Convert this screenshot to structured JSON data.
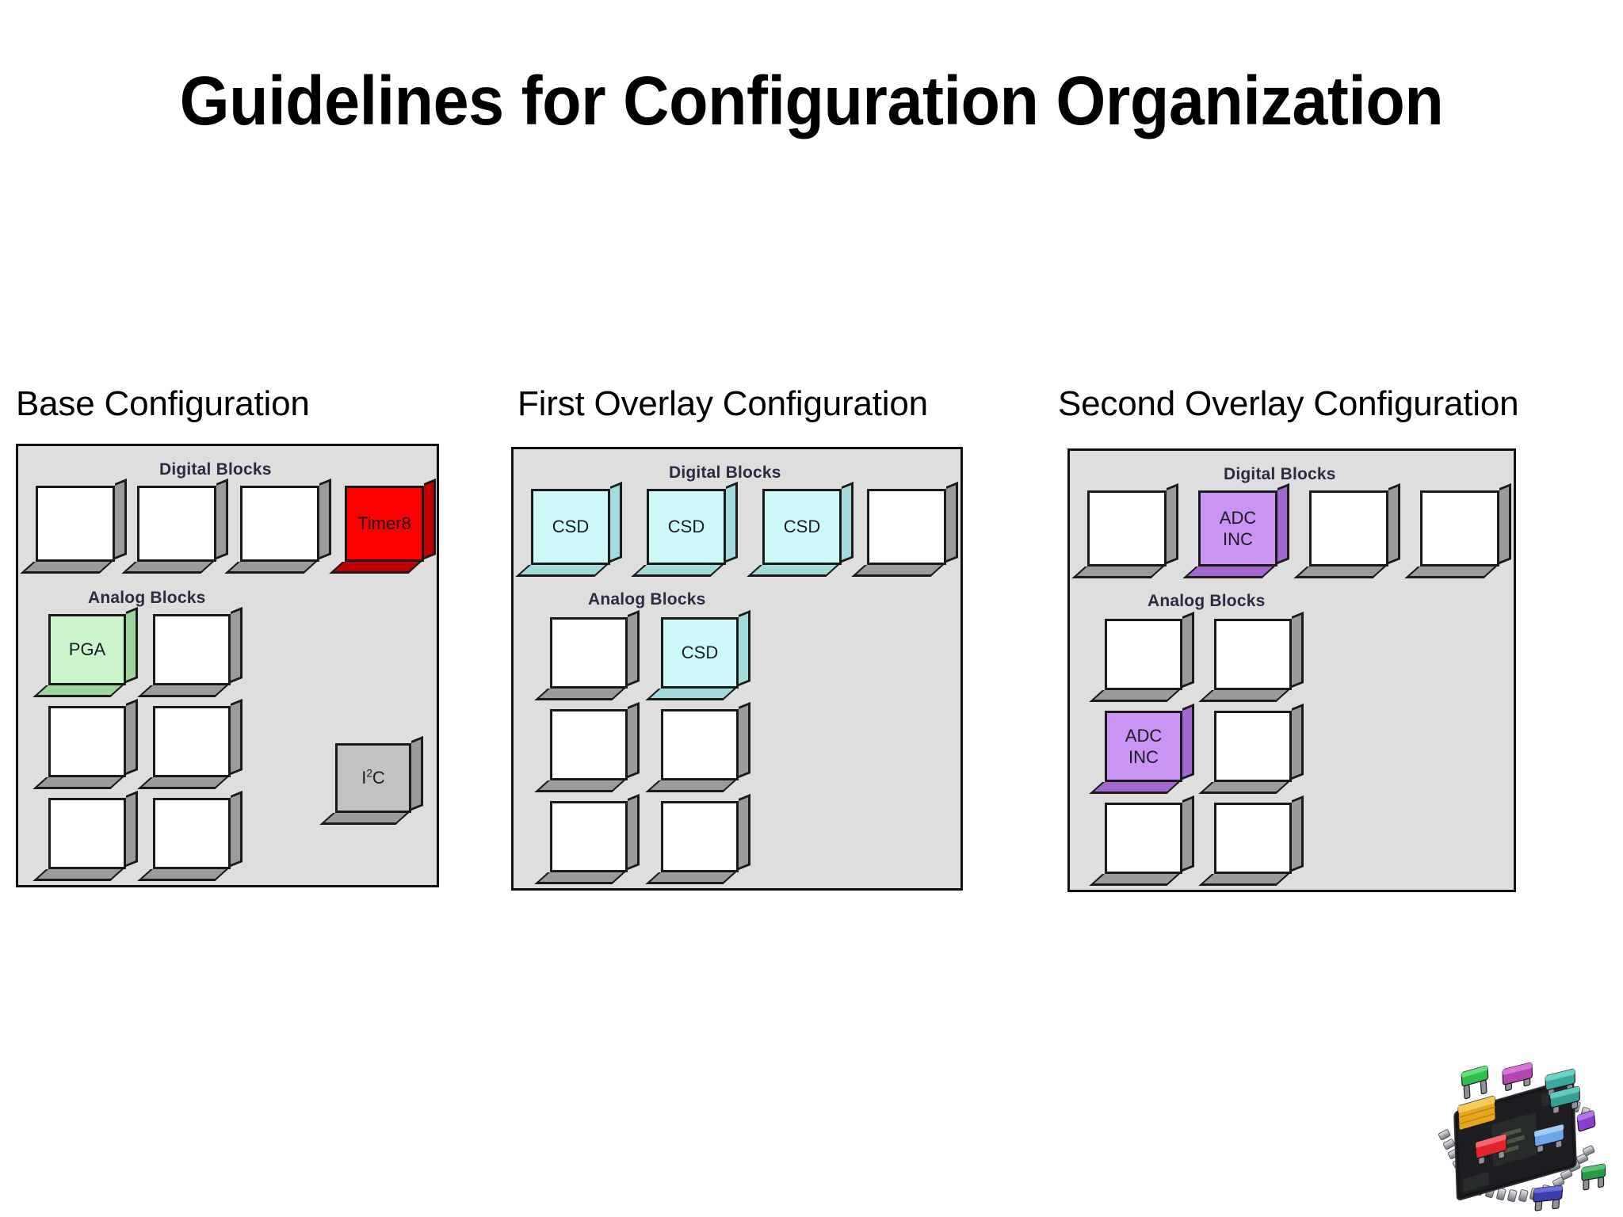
{
  "slide": {
    "title": "Guidelines for Configuration Organization"
  },
  "panels": [
    {
      "heading": "Base Configuration",
      "digital_label": "Digital Blocks",
      "analog_label": "Analog Blocks",
      "digital_blocks": [
        {
          "label": "",
          "color": "white"
        },
        {
          "label": "",
          "color": "white"
        },
        {
          "label": "",
          "color": "white"
        },
        {
          "label": "Timer8",
          "color": "red"
        }
      ],
      "analog_blocks": [
        {
          "label": "PGA",
          "color": "green"
        },
        {
          "label": "",
          "color": "white"
        },
        {
          "label": "",
          "color": "white"
        },
        {
          "label": "",
          "color": "white"
        },
        {
          "label": "",
          "color": "white"
        },
        {
          "label": "",
          "color": "white"
        }
      ],
      "extra_block": {
        "label": "I2C",
        "label_pre": "I",
        "label_sup": "2",
        "label_post": "C",
        "color": "grey"
      }
    },
    {
      "heading": "First Overlay Configuration",
      "digital_label": "Digital Blocks",
      "analog_label": "Analog Blocks",
      "digital_blocks": [
        {
          "label": "CSD",
          "color": "cyan"
        },
        {
          "label": "CSD",
          "color": "cyan"
        },
        {
          "label": "CSD",
          "color": "cyan"
        },
        {
          "label": "",
          "color": "white"
        }
      ],
      "analog_blocks": [
        {
          "label": "",
          "color": "white"
        },
        {
          "label": "CSD",
          "color": "cyan"
        },
        {
          "label": "",
          "color": "white"
        },
        {
          "label": "",
          "color": "white"
        },
        {
          "label": "",
          "color": "white"
        },
        {
          "label": "",
          "color": "white"
        }
      ],
      "extra_block": null
    },
    {
      "heading": "Second Overlay Configuration",
      "digital_label": "Digital Blocks",
      "analog_label": "Analog Blocks",
      "digital_blocks": [
        {
          "label": "",
          "color": "white"
        },
        {
          "label": "ADC INC",
          "line1": "ADC",
          "line2": "INC",
          "color": "purple"
        },
        {
          "label": "",
          "color": "white"
        },
        {
          "label": "",
          "color": "white"
        }
      ],
      "analog_blocks": [
        {
          "label": "",
          "color": "white"
        },
        {
          "label": "",
          "color": "white"
        },
        {
          "label": "ADC INC",
          "line1": "ADC",
          "line2": "INC",
          "color": "purple"
        },
        {
          "label": "",
          "color": "white"
        },
        {
          "label": "",
          "color": "white"
        },
        {
          "label": "",
          "color": "white"
        }
      ],
      "extra_block": null
    }
  ],
  "colors": {
    "panel_background": "#dedede",
    "panel_border": "#111111",
    "block_white": "#ffffff",
    "block_red": "#fb0000",
    "block_green": "#cdf5cd",
    "block_cyan": "#cdf9f9",
    "block_purple": "#cb94f4",
    "block_grey": "#c2c2c2",
    "section_label": "#2b2b44"
  },
  "logo": {
    "name": "psoc-chip-illustration"
  }
}
